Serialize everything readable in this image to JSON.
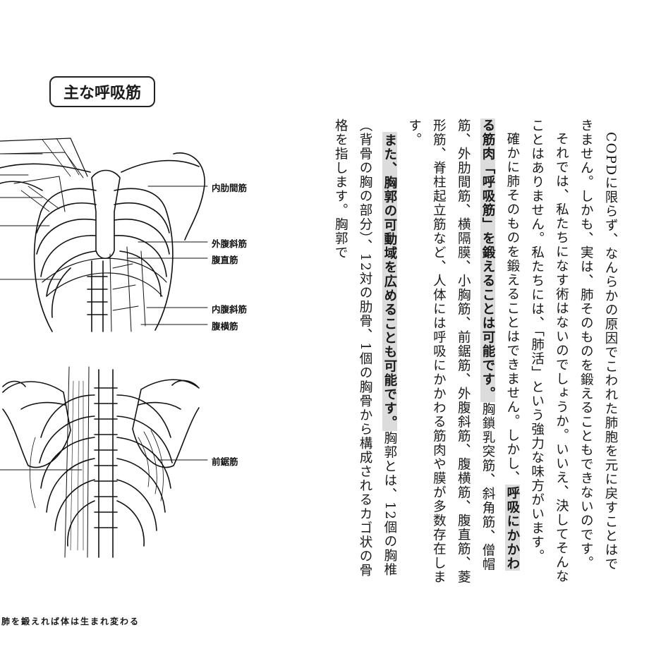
{
  "figure": {
    "title": "主な呼吸筋",
    "labels": {
      "internal_intercostal": "内肋間筋",
      "external_oblique": "外腹斜筋",
      "rectus_abdominis": "腹直筋",
      "internal_oblique": "内腹斜筋",
      "transversus_abdominis": "腹横筋",
      "serratus_anterior": "前鋸筋"
    }
  },
  "body_text": {
    "p1": "COPDに限らず、なんらかの原因でこわれた肺胞を元に戻すことはできません。しかも、実は、肺そのものを鍛えることもできないのです。",
    "p2": "それでは、私たちになす術はないのでしょうか。いいえ、決してそんなことはありません。私たちには、「肺活」という強力な味方がいます。",
    "p3_a": "確かに肺そのものを鍛えることはできません。しかし、",
    "p3_hl1": "呼吸にかかわる筋肉「呼吸筋」を鍛えることは可能です。",
    "p3_b": "胸鎖乳突筋、斜角筋、僧帽筋、外肋間筋、横隔膜、小胸筋、前鋸筋、外腹斜筋、腹横筋、腹直筋、菱形筋、脊柱起立筋など、人体には呼吸にかかわる筋肉や膜が多数存在します。",
    "p4_hl2": "また、胸郭の可動域を広めることも可能です。",
    "p4_b": "胸郭とは、12個の胸椎（背骨の胸の部分）、12対の肋骨、1個の胸骨から構成されるカゴ状の骨格を指します。胸郭で"
  },
  "footer": {
    "running_head": "肺を鍛えれば体は生まれ変わる"
  }
}
